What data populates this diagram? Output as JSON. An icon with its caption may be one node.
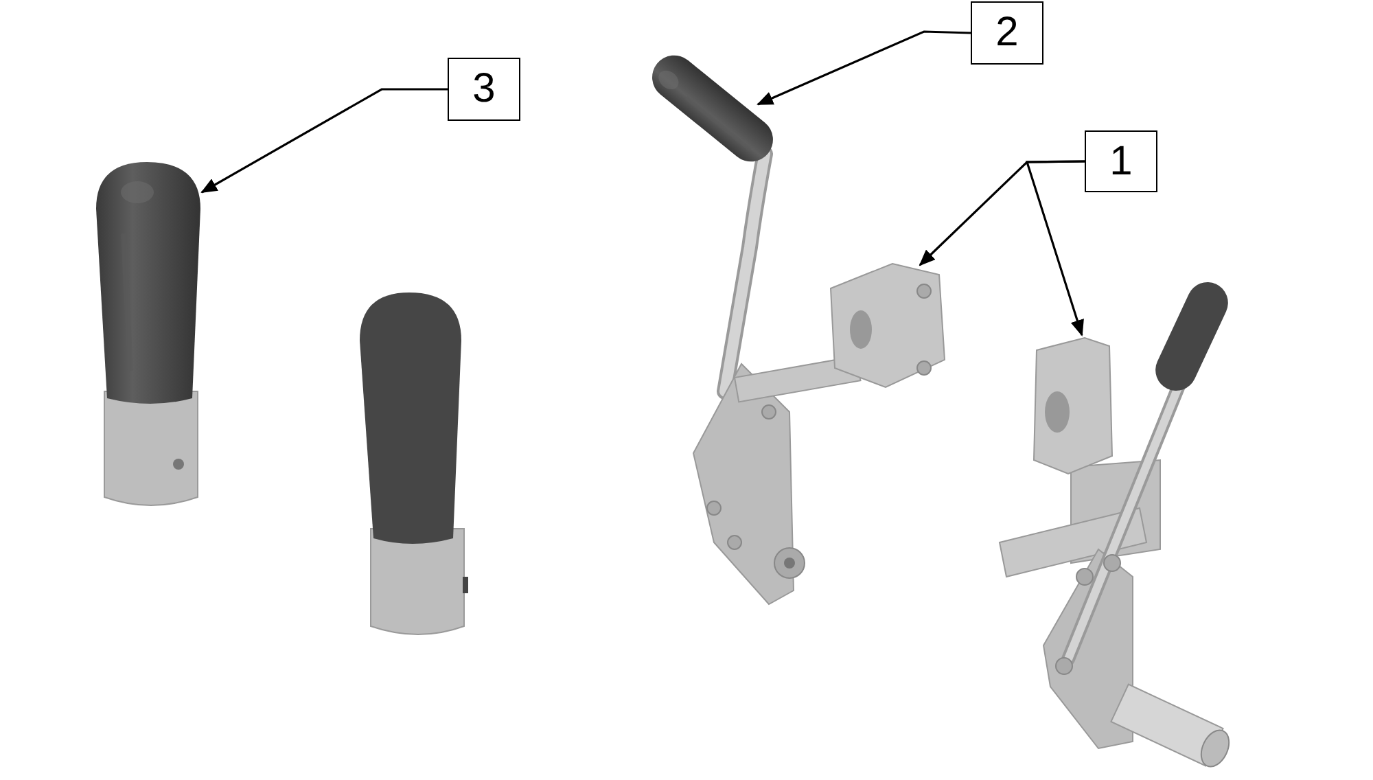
{
  "diagram": {
    "nodes": [
      {
        "text": [
          "3"
        ]
      },
      {
        "text": [],
        "shape": "picture"
      },
      {
        "text": [
          "2"
        ]
      },
      {
        "text": [],
        "shape": "picture"
      },
      {
        "text": [
          "1"
        ]
      },
      {
        "text": [],
        "shape": "picture"
      },
      {
        "text": [],
        "shape": "picture"
      }
    ],
    "edges": [
      {
        "from": 0,
        "to": 1,
        "arrow": "to"
      },
      {
        "from": 2,
        "to": 3,
        "arrow": "to"
      },
      {
        "from": 4,
        "to": 5,
        "arrow": "to"
      },
      {
        "from": 4,
        "to": 6,
        "arrow": "to"
      }
    ]
  }
}
